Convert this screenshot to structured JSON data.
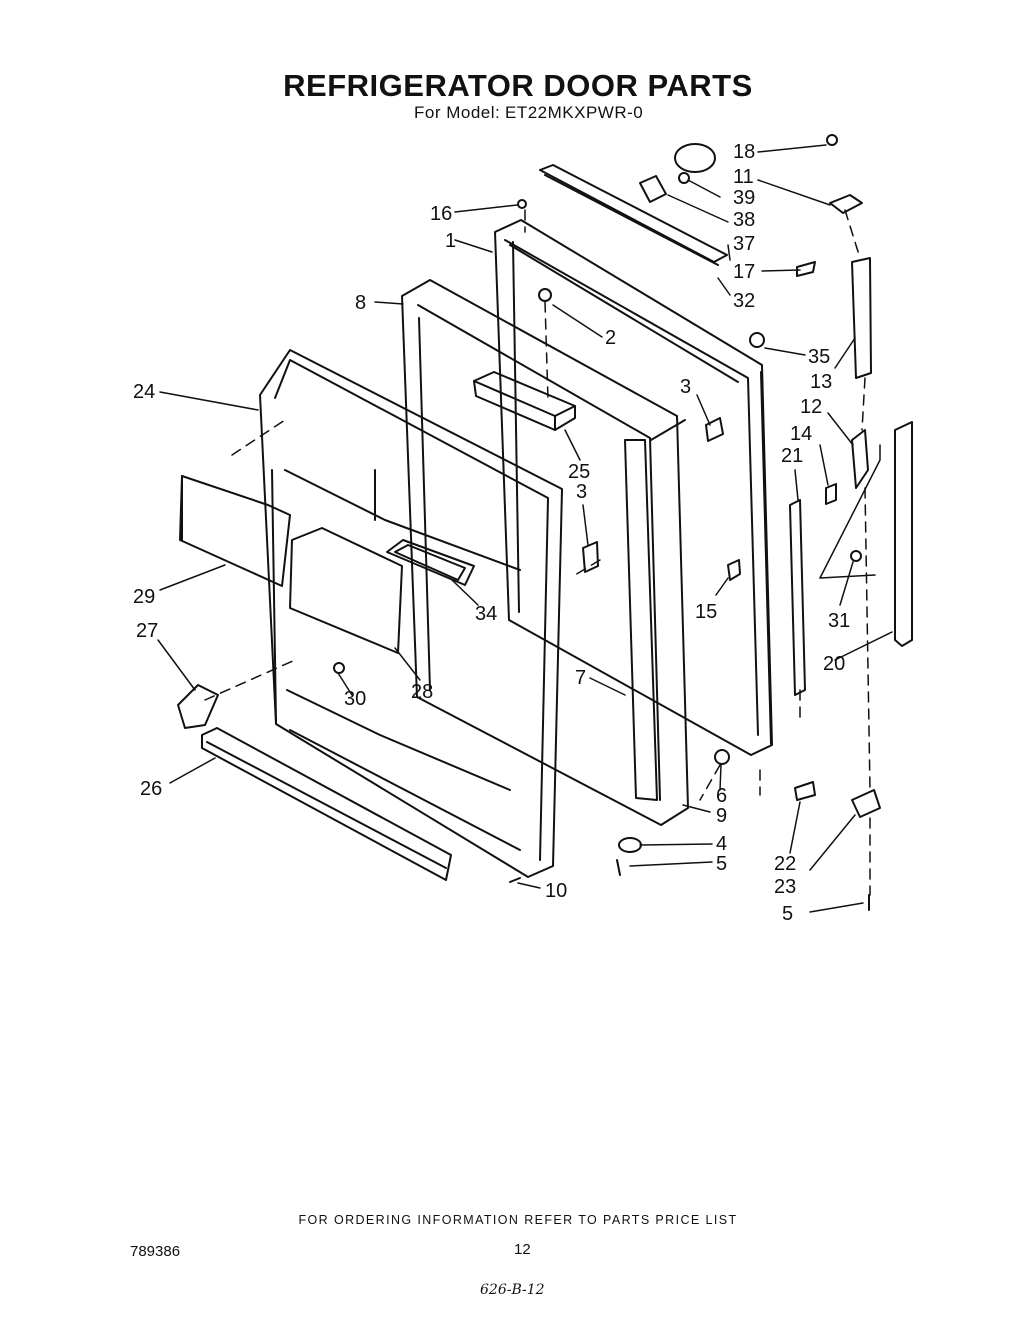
{
  "title": "REFRIGERATOR DOOR PARTS",
  "subtitle": {
    "prefix": "For Model:",
    "model": "ET22MKXPWR-0"
  },
  "callouts": [
    "18",
    "11",
    "39",
    "38",
    "37",
    "16",
    "1",
    "17",
    "32",
    "8",
    "2",
    "35",
    "13",
    "24",
    "3",
    "12",
    "25",
    "14",
    "21",
    "3",
    "15",
    "31",
    "29",
    "34",
    "27",
    "30",
    "28",
    "20",
    "7",
    "6",
    "26",
    "9",
    "4",
    "5",
    "22",
    "23",
    "10",
    "5"
  ],
  "footer": {
    "ordering_note": "FOR ORDERING INFORMATION REFER TO PARTS PRICE LIST",
    "doc_number": "789386",
    "page_number": "12",
    "handwritten_code": "626-B-12"
  }
}
